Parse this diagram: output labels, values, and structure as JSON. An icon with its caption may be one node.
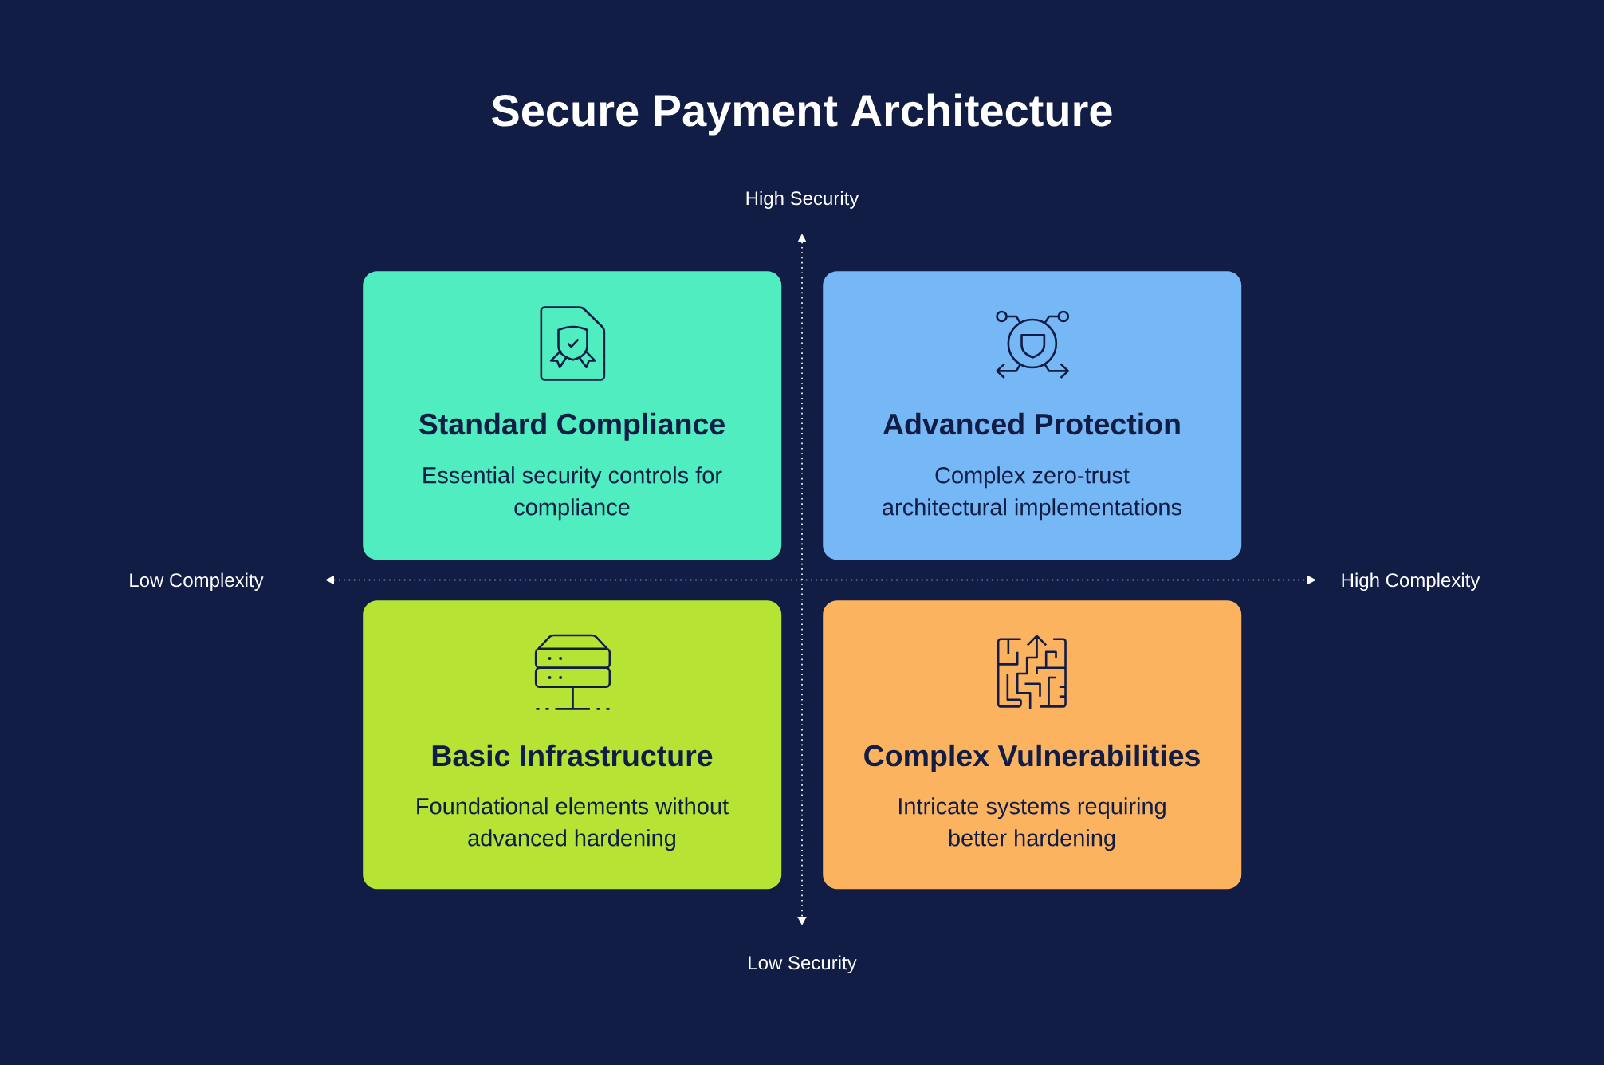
{
  "diagram": {
    "title": "Secure Payment Architecture",
    "nodes": [
      {
        "text": [
          "Standard Compliance",
          "Essential security controls for compliance"
        ]
      },
      {
        "text": [
          "Advanced Protection",
          "Complex zero-trust architectural implementations"
        ]
      },
      {
        "text": [
          "Basic Infrastructure",
          "Foundational elements without advanced hardening"
        ]
      },
      {
        "text": [
          "Complex Vulnerabilities",
          "Intricate systems requiring better hardening"
        ]
      }
    ],
    "labels": [
      "High Security",
      "Low Complexity",
      "High Complexity",
      "Low Security"
    ]
  }
}
